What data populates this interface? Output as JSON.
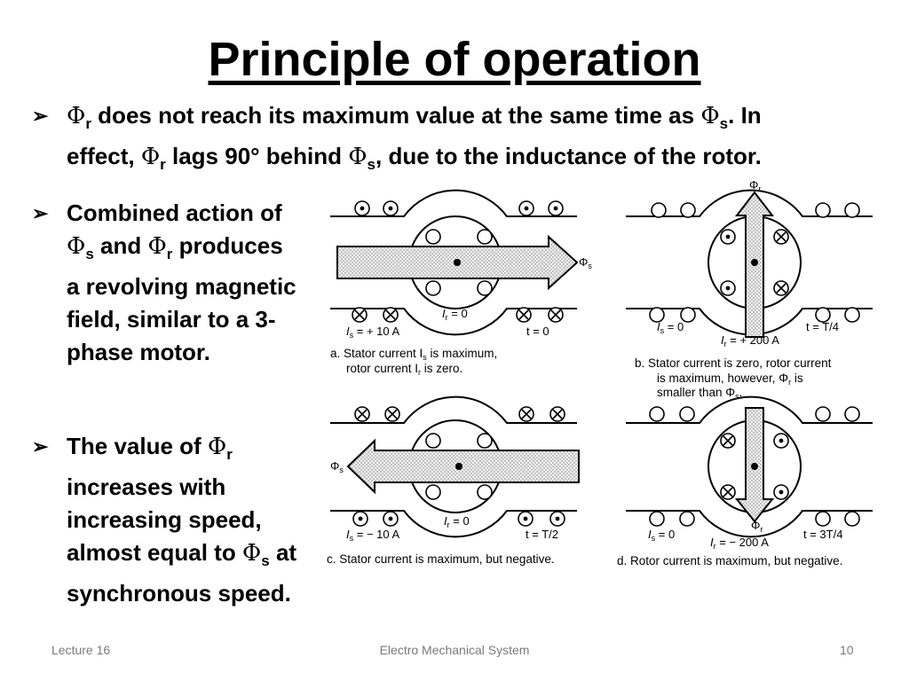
{
  "title": "Principle of operation",
  "phi": "Φ",
  "sub_r": "r",
  "sub_s": "s",
  "bullets": {
    "b1": {
      "t1": " does not reach its maximum value at the same time as",
      "t2": ". In effect, ",
      "t3": " lags 90° behind ",
      "t4": ", due to the inductance of the rotor."
    },
    "b2": {
      "t1": "Combined action of ",
      "t2": " and ",
      "t3": " produces a revolving magnetic field, similar to a 3-phase motor."
    },
    "b3": {
      "t1": "The value of ",
      "t2": " increases with increasing speed, almost equal to ",
      "t3": " at synchronous speed."
    }
  },
  "diagrams": {
    "a": {
      "cap1": "a.  Stator current I",
      "cap1s": "s",
      "cap1e": " is maximum,",
      "cap2": "rotor current I",
      "cap2s": "r",
      "cap2e": " is zero.",
      "is": "I",
      "is_sub": "s",
      "is_val": " = + 10 A",
      "ir": "I",
      "ir_sub": "r",
      "ir_val": " = 0",
      "t": "t = 0",
      "flux": "Φ",
      "flux_sub": "s"
    },
    "b": {
      "cap1": "b.  Stator current is zero, rotor current",
      "cap2": "is maximum, however, Φ",
      "cap2s": "r",
      "cap2e": " is",
      "cap3": "smaller than Φ",
      "cap3s": "s",
      "cap3e": ".",
      "is": "I",
      "is_sub": "s",
      "is_val": " = 0",
      "ir": "I",
      "ir_sub": "r",
      "ir_val": " = + 200 A",
      "t": "t = T/4",
      "flux": "Φ",
      "flux_sub": "r"
    },
    "c": {
      "cap1": "c.  Stator current is maximum, but negative.",
      "is": "I",
      "is_sub": "s",
      "is_val": " = − 10 A",
      "ir": "I",
      "ir_sub": "r",
      "ir_val": " = 0",
      "t": "t = T/2",
      "flux": "Φ",
      "flux_sub": "s"
    },
    "d": {
      "cap1": "d.  Rotor current is maximum, but negative.",
      "is": "I",
      "is_sub": "s",
      "is_val": " = 0",
      "ir": "I",
      "ir_sub": "r",
      "ir_val": " = − 200 A",
      "t": "t = 3T/4",
      "flux": "Φ",
      "flux_sub": "r"
    }
  },
  "footer": {
    "left": "Lecture 16",
    "center": "Electro Mechanical System",
    "right": "10"
  }
}
